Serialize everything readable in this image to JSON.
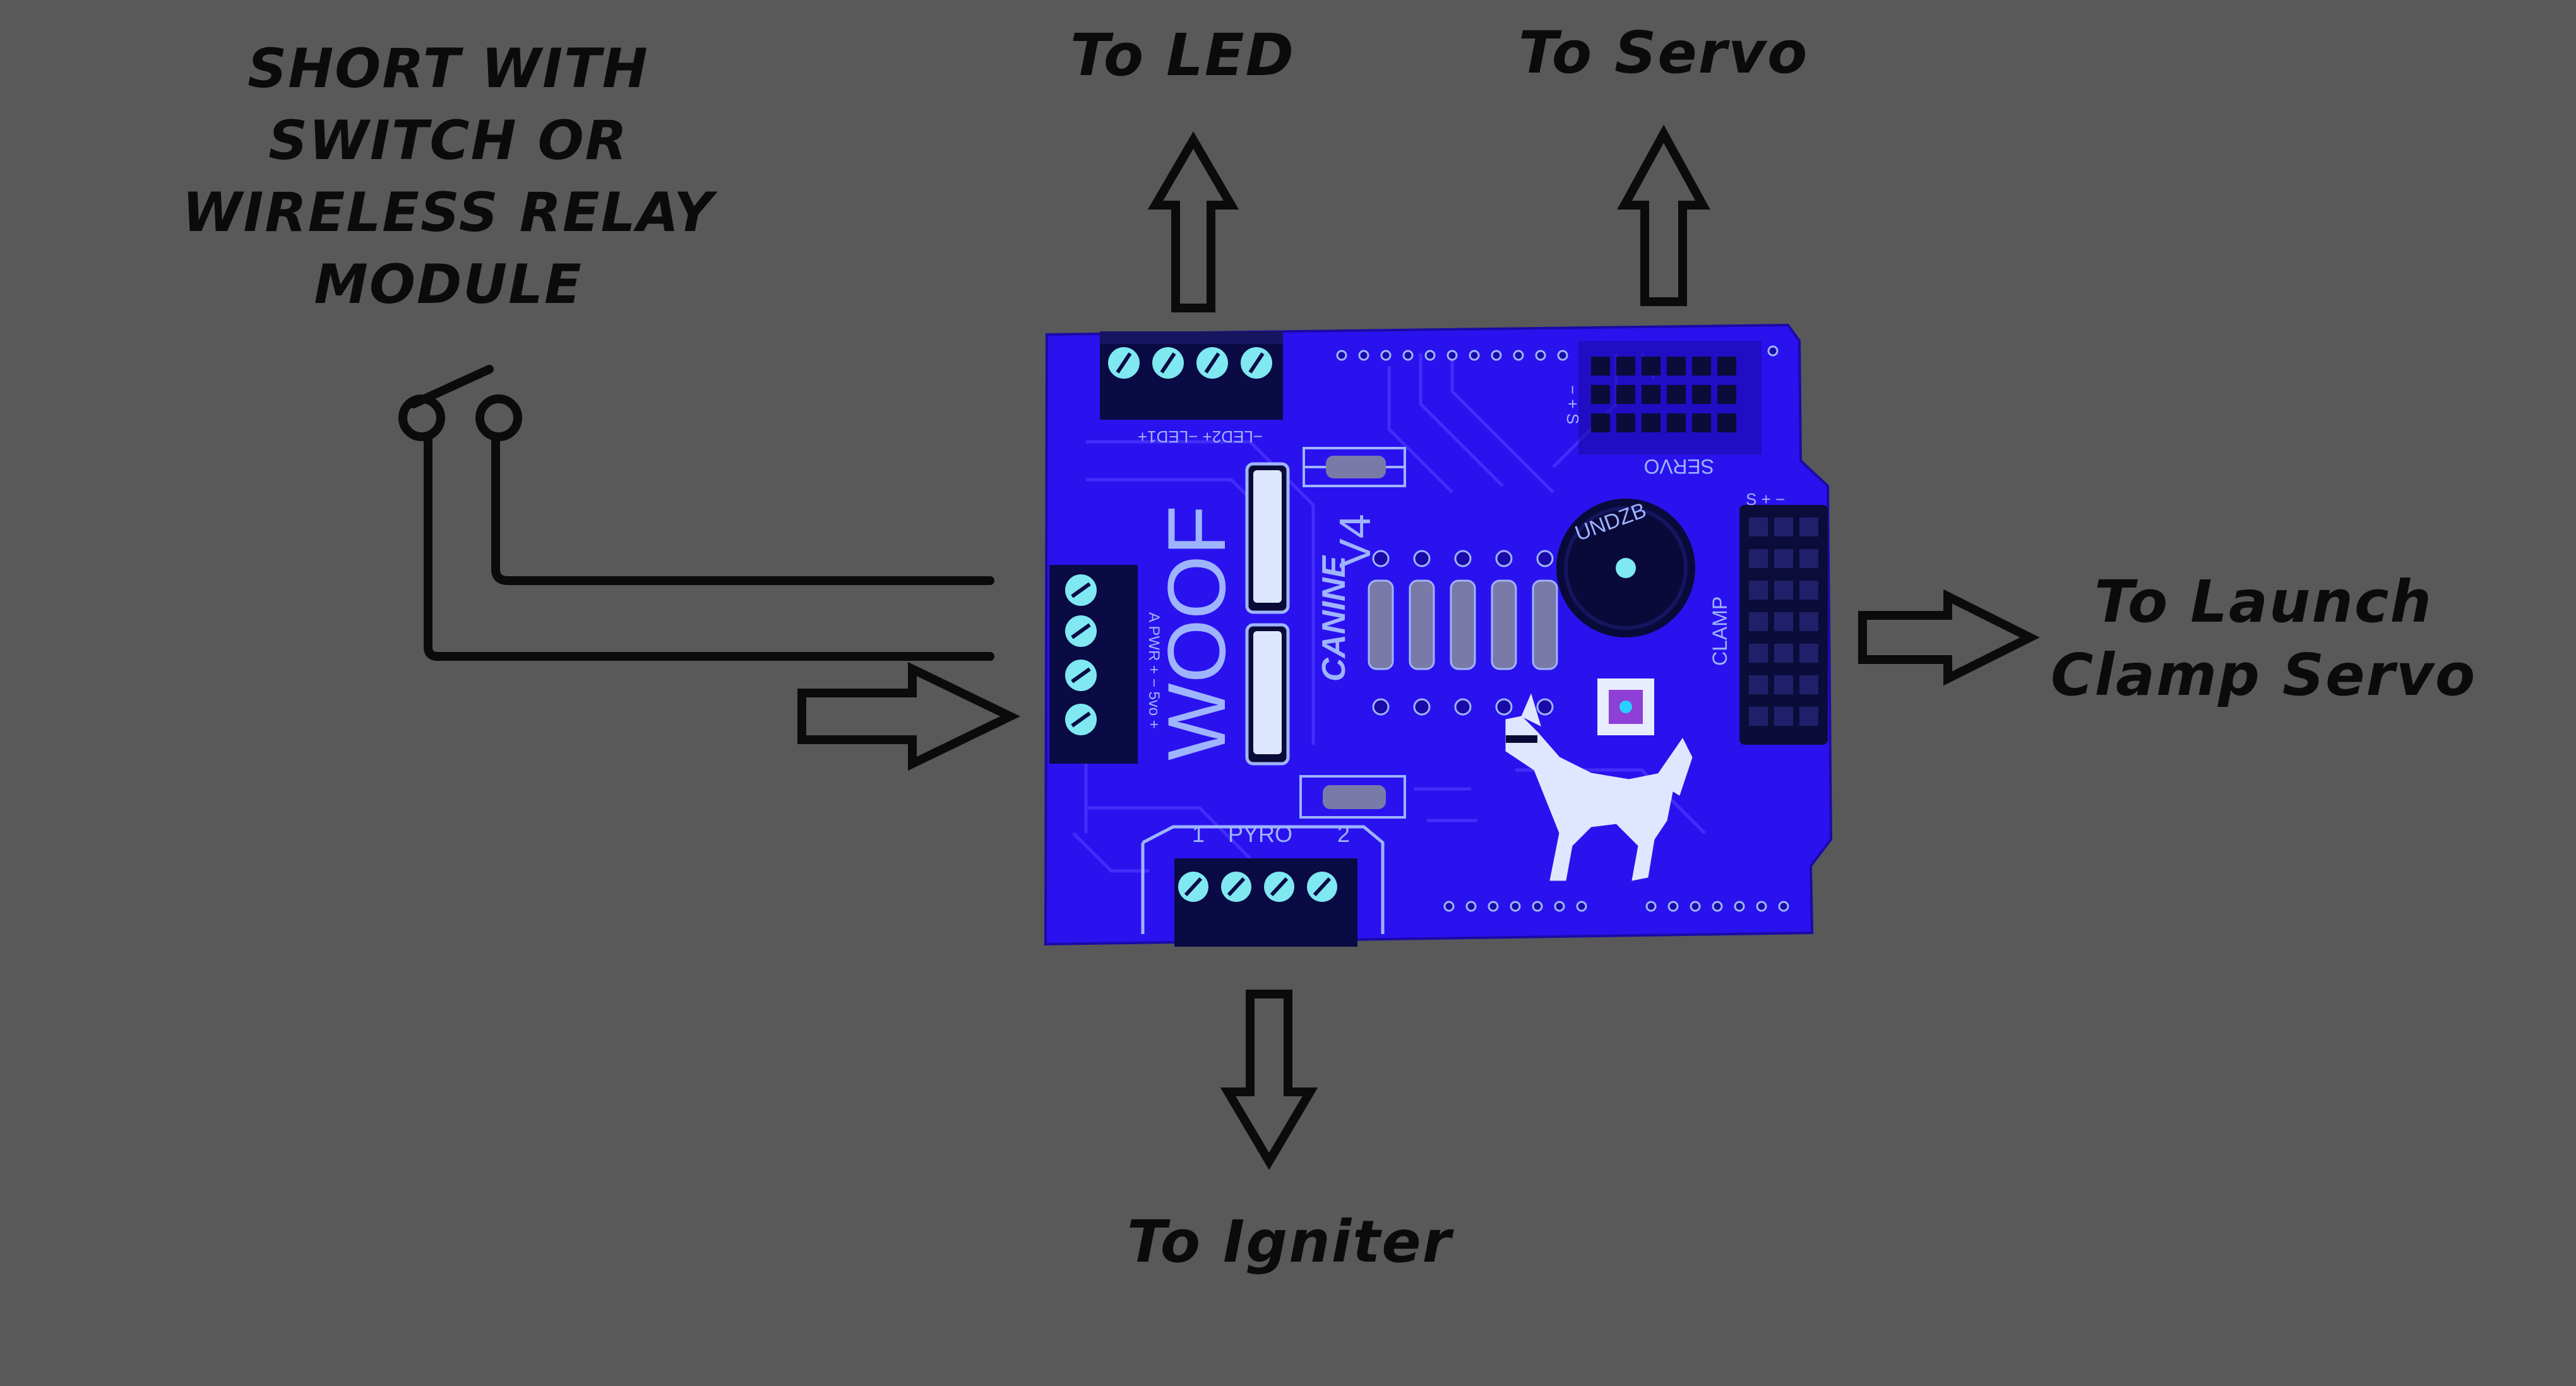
{
  "labels": {
    "switch_line1": "SHORT WITH",
    "switch_line2": "SWITCH OR",
    "switch_line3": "WIRELESS RELAY",
    "switch_line4": "MODULE",
    "to_led": "To LED",
    "to_servo": "To Servo",
    "to_clamp_line1": "To Launch",
    "to_clamp_line2": "Clamp Servo",
    "to_igniter": "To Igniter"
  },
  "board": {
    "logo": "WOOF",
    "brand": "CANINE",
    "version": "V4",
    "buzzer_text": "UNDZB",
    "pyro_1": "1",
    "pyro_label": "PYRO",
    "pyro_2": "2",
    "servo_label": "SERVO",
    "clamp_label": "CLAMP",
    "servo_pins": "− + S",
    "clamp_pins": "S + −",
    "led_pins": "−LED2+   −LED1+",
    "power_pins": "A PWR + − 5vo +"
  },
  "colors": {
    "background": "#595959",
    "ink": "#0b0b0b",
    "pcb": "#2a12ee",
    "silkscreen": "#9fb4ff",
    "terminal_screw": "#7fe8f0"
  }
}
